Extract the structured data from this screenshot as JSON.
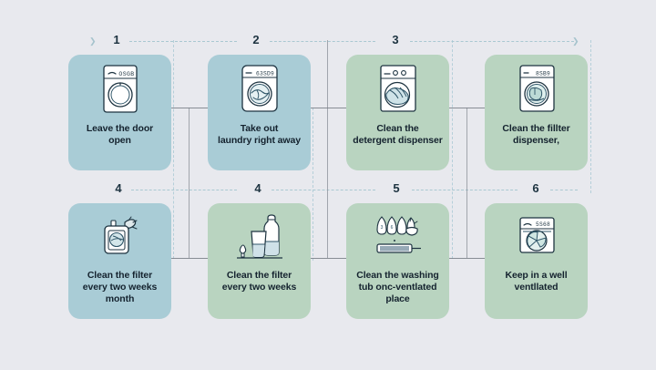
{
  "page": {
    "title": "Washing machine care steps",
    "background_color": "#e8e9ee",
    "card_colors": {
      "blue": "#a9ccd6",
      "green": "#b9d4c0"
    },
    "text_color": "#14222e",
    "connector_dash_color": "#9fc3ce",
    "connector_solid_color": "#8e949c"
  },
  "rows": [
    {
      "name": "top-row",
      "numbers": [
        "1",
        "2",
        "3"
      ],
      "cards": [
        {
          "number": "1",
          "color": "blue",
          "icon": "washing-machine-door-open-icon",
          "label": "Leave the door\nopen",
          "display_code": "OSGB"
        },
        {
          "number": "2",
          "color": "blue",
          "icon": "washing-machine-laundry-icon",
          "label": "Take out\nlaundry right away",
          "display_code": "63SD9"
        },
        {
          "number": "3",
          "color": "green",
          "icon": "detergent-dispenser-icon",
          "label": "Clean the\ndetergent dispenser",
          "display_code": "O O"
        },
        {
          "number": "",
          "color": "green",
          "icon": "washing-machine-filter-icon",
          "label": "Clean the fillter\ndispenser,",
          "display_code": "8SB9"
        }
      ]
    },
    {
      "name": "bottom-row",
      "numbers": [
        "4",
        "4",
        "5",
        "6"
      ],
      "cards": [
        {
          "number": "4",
          "color": "blue",
          "icon": "detergent-bottle-spray-icon",
          "label": "Clean the filter\nevery two weeks\nmonth"
        },
        {
          "number": "4",
          "color": "green",
          "icon": "bottles-and-glass-icon",
          "label": "Clean the filter\nevery two weeks"
        },
        {
          "number": "5",
          "color": "green",
          "icon": "water-drops-brush-icon",
          "label": "Clean the washing\ntub onc-ventlated\nplace"
        },
        {
          "number": "6",
          "color": "green",
          "icon": "well-ventilated-machine-icon",
          "label": "Keep in a well\nventllated",
          "display_code": "5S68"
        }
      ]
    }
  ]
}
